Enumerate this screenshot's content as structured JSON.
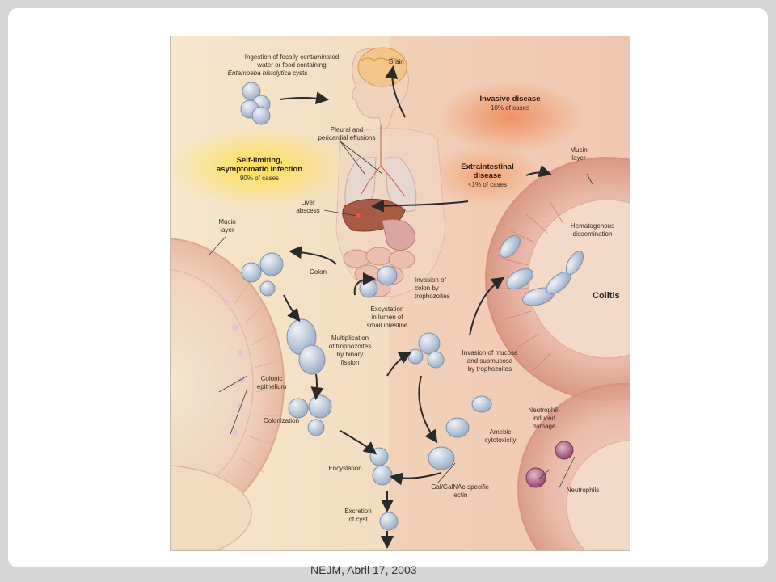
{
  "citation": "NEJM, Abril 17, 2003",
  "figure": {
    "ingestion": {
      "line1": "Ingestion of fecally contaminated",
      "line2": "water or food containing",
      "line3_italic": "Entamoeba histolytica",
      "line3_rest": " cysts"
    },
    "brain": "Brain",
    "invasive": {
      "title": "Invasive disease",
      "subtitle": "10% of cases"
    },
    "pleural": {
      "line1": "Pleural and",
      "line2": "pericardial effusions"
    },
    "self_limiting": {
      "line1": "Self-limiting,",
      "line2": "asymptomatic infection",
      "line3": "90% of cases"
    },
    "extraintestinal": {
      "line1": "Extraintestinal",
      "line2": "disease",
      "line3": "<1% of cases"
    },
    "mucin_right": {
      "line1": "Mucin",
      "line2": "layer"
    },
    "liver": {
      "line1": "Liver",
      "line2": "abscess"
    },
    "mucin_left": {
      "line1": "Mucin",
      "line2": "layer"
    },
    "hematogenous": {
      "line1": "Hematogenous",
      "line2": "dissemination"
    },
    "colon": "Colon",
    "invasion_colon": {
      "line1": "Invasion of",
      "line2": "colon by",
      "line3": "trophozoites"
    },
    "colitis": "Colitis",
    "excystation": {
      "line1": "Excystation",
      "line2": "in lumen of",
      "line3": "small intestine"
    },
    "multiplication": {
      "line1": "Multiplication",
      "line2": "of trophozoites",
      "line3": "by binary",
      "line4": "fission"
    },
    "invasion_mucosa": {
      "line1": "Invasion of mucosa",
      "line2": "and submucosa",
      "line3": "by trophozoites"
    },
    "colonic_epithelium": {
      "line1": "Colonic",
      "line2": "epithelium"
    },
    "neutrophil_damage": {
      "line1": "Neutrophil-",
      "line2": "induced",
      "line3": "damage"
    },
    "colonization": "Colonization",
    "amebic": {
      "line1": "Amebic",
      "line2": "cytotoxicity"
    },
    "encystation": "Encystation",
    "lectin": {
      "line1": "Gal/GalNAc-specific",
      "line2": "lectin"
    },
    "neutrophils": "Neutrophils",
    "excretion": {
      "line1": "Excretion",
      "line2": "of cyst"
    }
  },
  "colors": {
    "background_left": "#f5e3c8",
    "background_right": "#f2c9b8",
    "invasive_glow": "#f08a5a",
    "self_limiting_glow": "#ffe36a",
    "cell": "#c9d3e2"
  }
}
